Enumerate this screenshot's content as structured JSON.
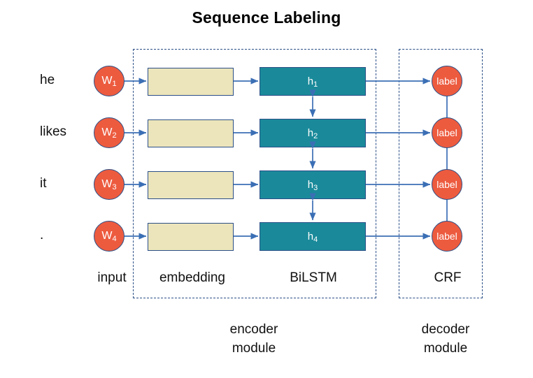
{
  "title": "Sequence Labeling",
  "colors": {
    "token_circle": "#ed5b3f",
    "label_circle": "#ed5b3f",
    "embedding_box": "#ece5bb",
    "lstm_box": "#1a8a9a",
    "border": "#2b4f87",
    "arrow": "#3b6fb5",
    "dashed_frame": "#2b4f87",
    "text": "#111111",
    "background": "#ffffff"
  },
  "rows": [
    {
      "word": "he",
      "token": "W",
      "token_index": "1",
      "hidden": "h",
      "hidden_index": "1",
      "label": "label"
    },
    {
      "word": "likes",
      "token": "W",
      "token_index": "2",
      "hidden": "h",
      "hidden_index": "2",
      "label": "label"
    },
    {
      "word": "it",
      "token": "W",
      "token_index": "3",
      "hidden": "h",
      "hidden_index": "3",
      "label": "label"
    },
    {
      "word": ".",
      "token": "W",
      "token_index": "4",
      "hidden": "h",
      "hidden_index": "4",
      "label": "label"
    }
  ],
  "column_captions": {
    "input": "input",
    "embedding": "embedding",
    "bilstm": "BiLSTM",
    "crf": "CRF"
  },
  "module_captions": {
    "encoder_line1": "encoder",
    "encoder_line2": "module",
    "decoder_line1": "decoder",
    "decoder_line2": "module"
  }
}
